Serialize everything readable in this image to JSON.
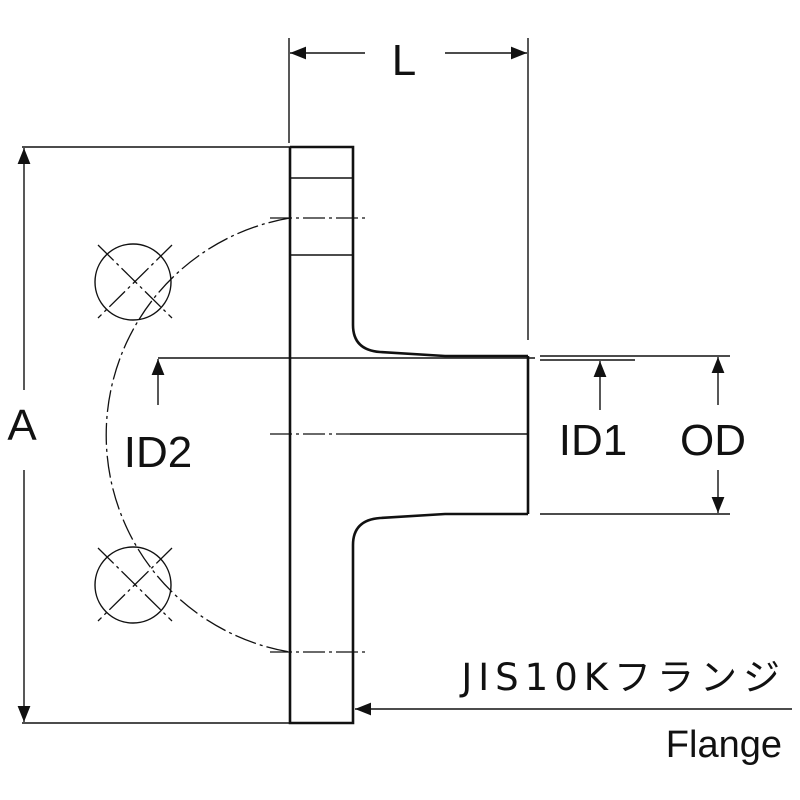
{
  "dimensions": {
    "length": "L",
    "flange_diameter": "A",
    "inner_diameter_1": "ID1",
    "inner_diameter_2": "ID2",
    "outer_diameter": "OD"
  },
  "labels": {
    "japanese": "JIS10Kフランジ",
    "english": "Flange"
  },
  "colors": {
    "line": "#111111",
    "background": "#ffffff"
  }
}
